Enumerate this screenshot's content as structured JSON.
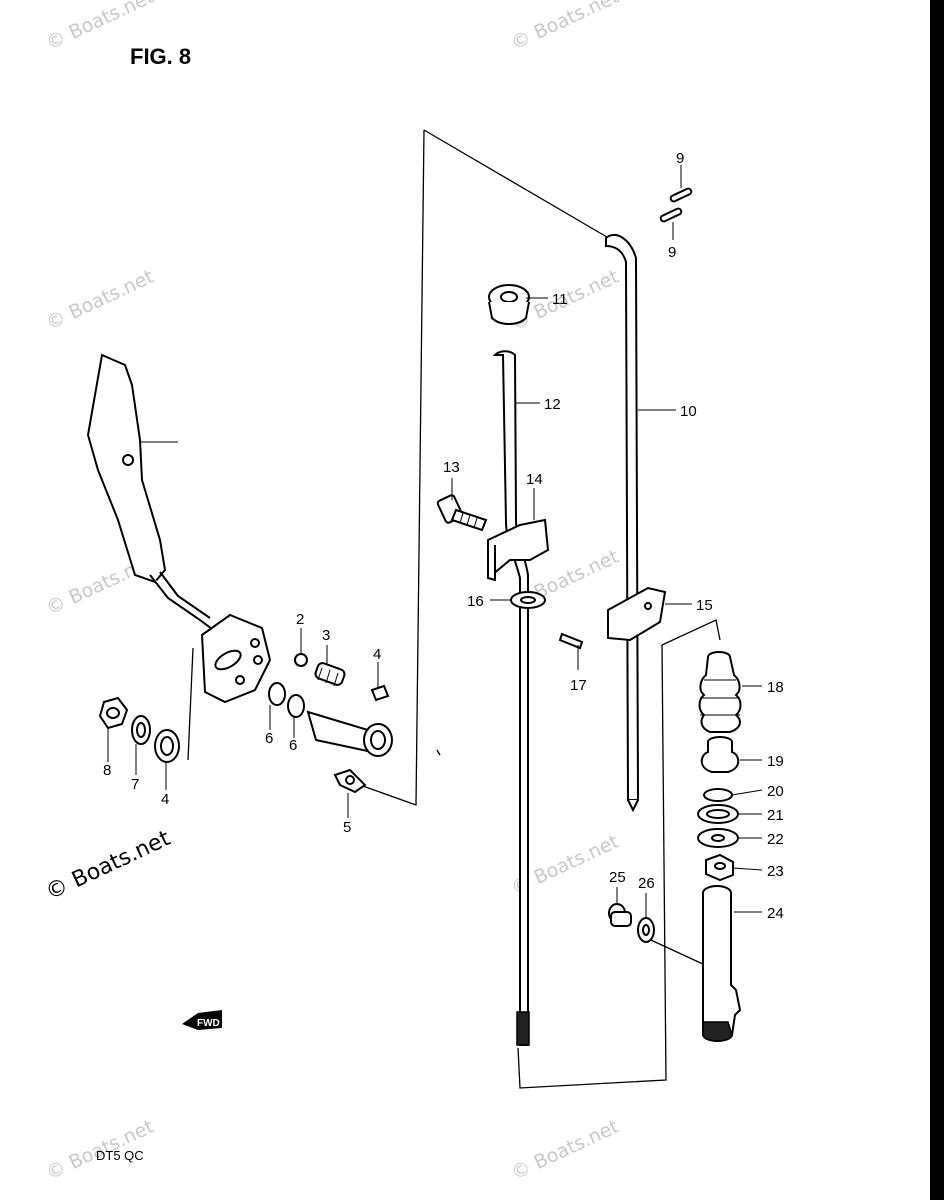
{
  "figure": {
    "title": "FIG. 8",
    "footer_code": "DT5 QC",
    "fwd_marker": "FWD"
  },
  "watermarks": [
    "© Boats.net",
    "© Boats.net",
    "© Boats.net",
    "© Boats.net",
    "© Boats.net",
    "© Boats.net",
    "© Boats.net",
    "© Boats.net",
    "© Boats.net"
  ],
  "callouts": {
    "c2": "2",
    "c3": "3",
    "c4a": "4",
    "c4b": "4",
    "c5": "5",
    "c6a": "6",
    "c6b": "6",
    "c7": "7",
    "c8": "8",
    "c9a": "9",
    "c9b": "9",
    "c10": "10",
    "c11": "11",
    "c12": "12",
    "c13": "13",
    "c14": "14",
    "c15": "15",
    "c16": "16",
    "c17": "17",
    "c18": "18",
    "c19": "19",
    "c20": "20",
    "c21": "21",
    "c22": "22",
    "c23": "23",
    "c24": "24",
    "c25": "25",
    "c26": "26"
  }
}
